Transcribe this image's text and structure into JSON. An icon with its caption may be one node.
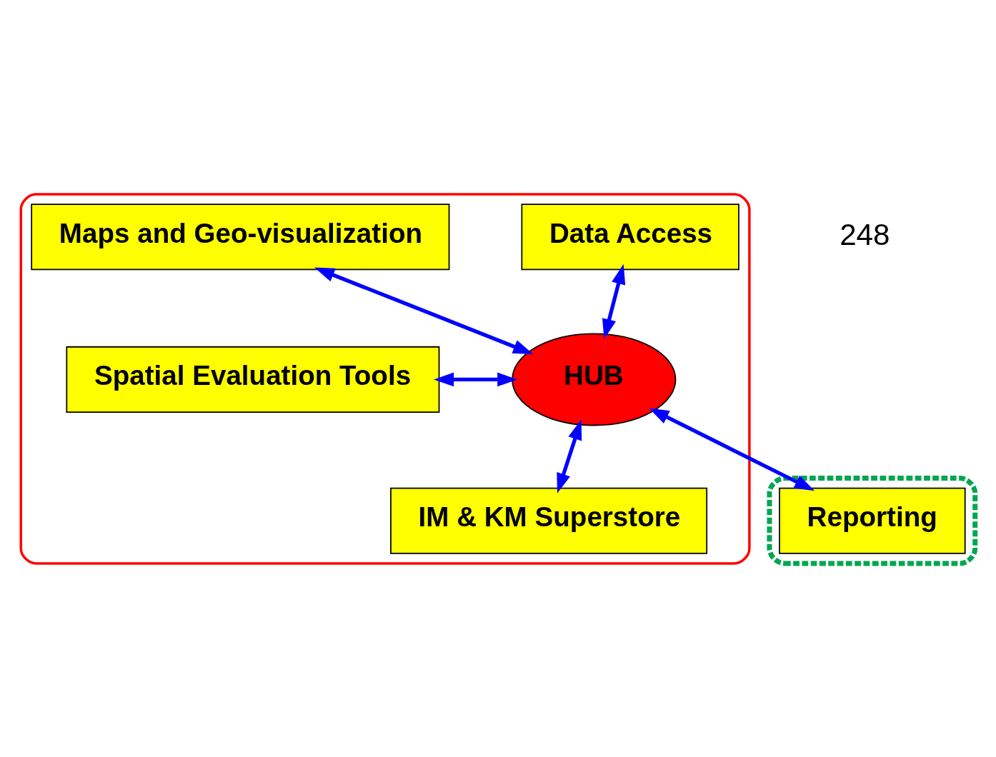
{
  "diagram": {
    "nodes": [
      {
        "text": [],
        "shape": "ellipse"
      },
      {
        "text": [
          "Data Access"
        ],
        "in": 0
      },
      {
        "text": [
          "Maps and Geo-visualization"
        ],
        "in": 0
      },
      {
        "text": [
          "Spatial Evaluation Tools"
        ],
        "in": 0
      },
      {
        "text": [
          "HUB"
        ],
        "in": 0
      },
      {
        "text": [],
        "shape": "ellipse"
      },
      {
        "text": [
          "Reporting"
        ],
        "in": 5
      },
      {
        "text": [
          "IM & KM Superstore"
        ],
        "in": 0
      }
    ],
    "edges": [
      {
        "from": 1,
        "to": 4,
        "arrow": "both"
      },
      {
        "from": 2,
        "to": 4,
        "arrow": "both"
      },
      {
        "from": 3,
        "to": 4,
        "arrow": "both"
      },
      {
        "from": 4,
        "to": 6,
        "arrow": "both"
      },
      {
        "from": 4,
        "to": 7,
        "arrow": "both"
      }
    ],
    "labels": [
      "248"
    ]
  }
}
